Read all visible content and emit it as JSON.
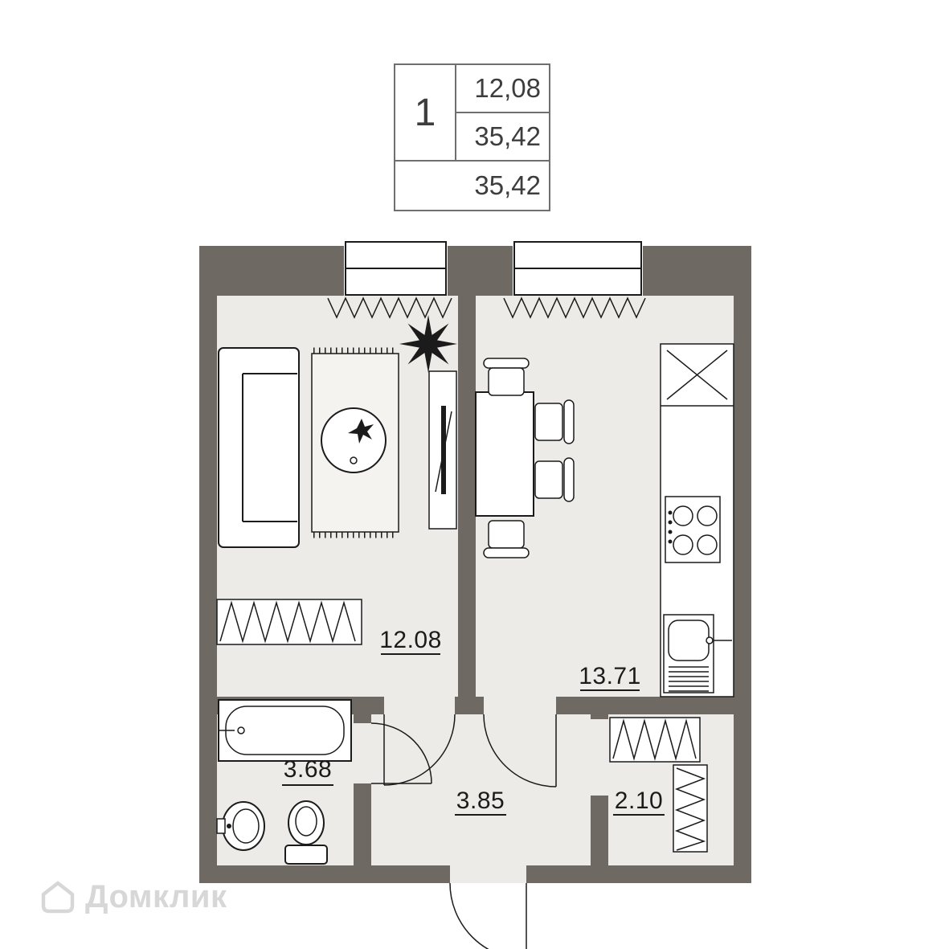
{
  "title_block": {
    "rooms_count": "1",
    "living_area": "12,08",
    "area": "35,42",
    "total_area": "35,42"
  },
  "plan": {
    "colors": {
      "wall": "#6f6963",
      "floor": "#edebe7",
      "line": "#1b1b1b"
    },
    "rooms": [
      {
        "id": "living-room",
        "label": "12.08"
      },
      {
        "id": "kitchen",
        "label": "13.71"
      },
      {
        "id": "bathroom",
        "label": "3.68"
      },
      {
        "id": "hallway",
        "label": "3.85"
      },
      {
        "id": "closet",
        "label": "2.10"
      }
    ],
    "furniture": [
      "sofa",
      "rug",
      "coffee-table",
      "tv-stand",
      "plant",
      "dining-table",
      "chairs",
      "kitchen-counter",
      "stove",
      "sink",
      "bathtub",
      "washbasin",
      "toilet",
      "wardrobe",
      "shelves",
      "windows",
      "doors",
      "curtains",
      "radiators"
    ]
  },
  "watermark": {
    "text": "Домклик"
  }
}
